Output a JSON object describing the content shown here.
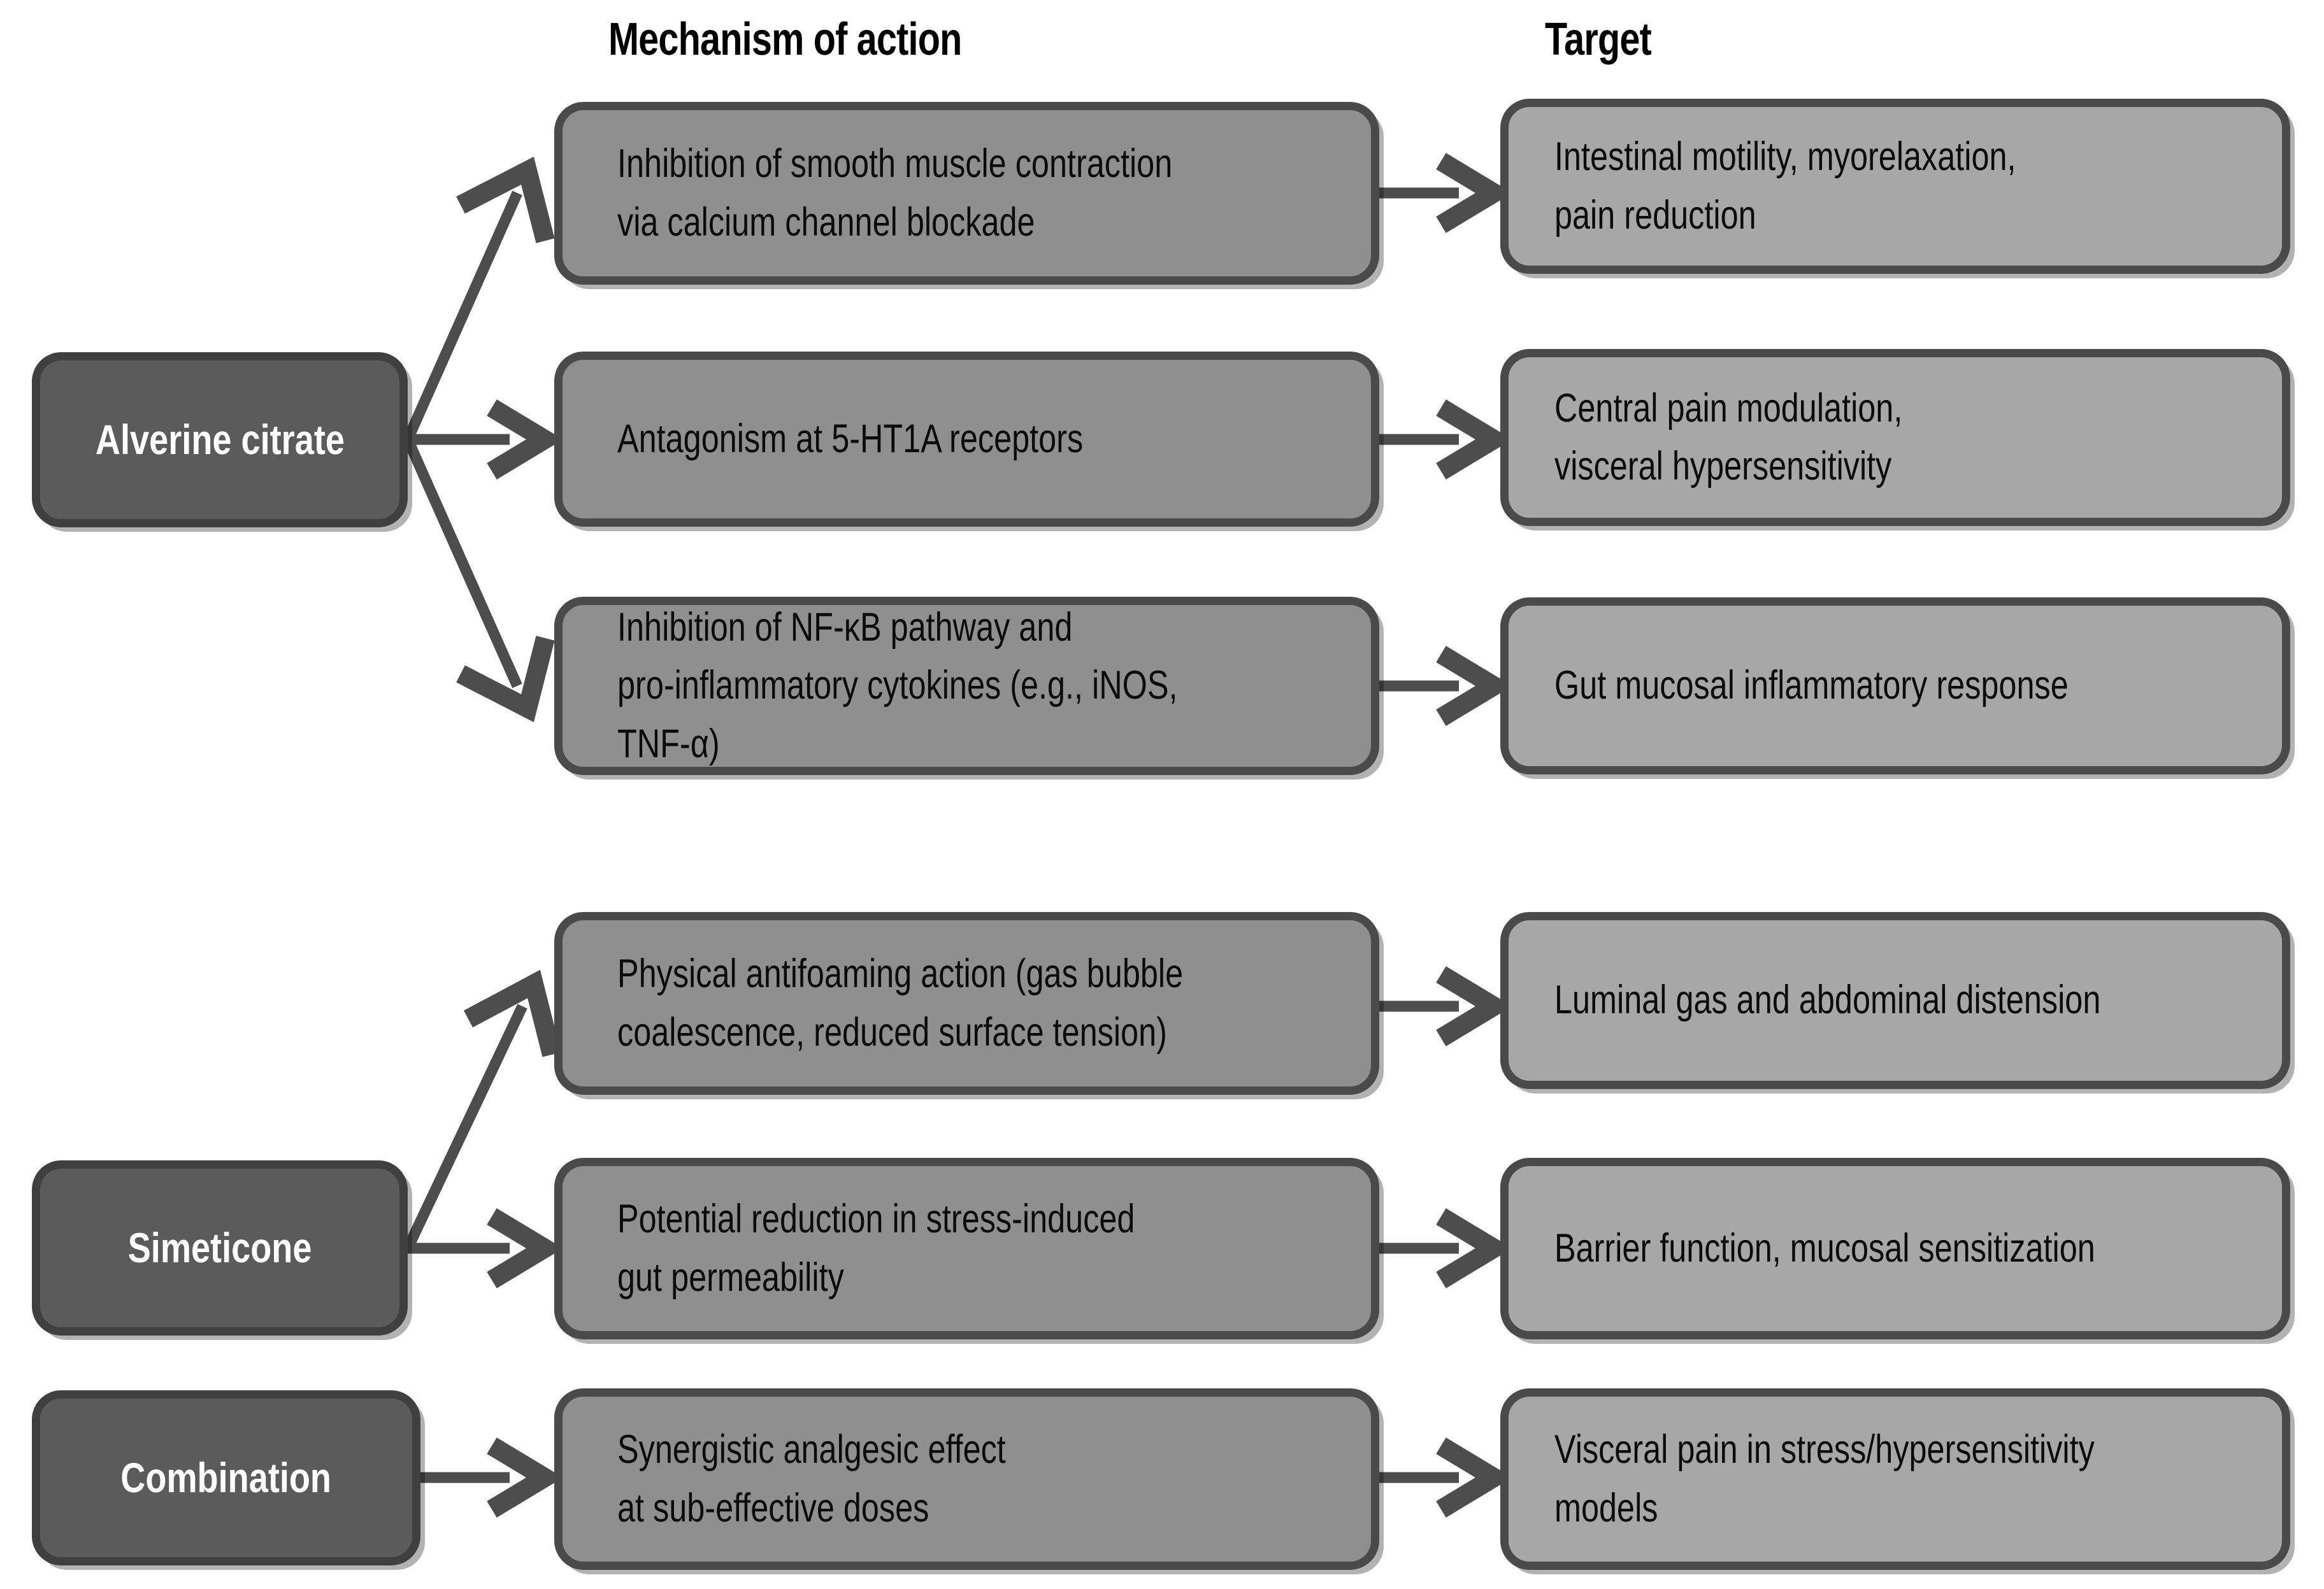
{
  "headers": {
    "mechanism": "Mechanism of action",
    "target": "Target"
  },
  "drugs": [
    {
      "id": "alverine",
      "label": "Alverine citrate"
    },
    {
      "id": "simeticone",
      "label": "Simeticone"
    },
    {
      "id": "combination",
      "label": "Combination"
    }
  ],
  "rows": [
    {
      "drug": "alverine",
      "mechanism": "Inhibition of smooth muscle contraction\nvia calcium channel blockade",
      "target": "Intestinal motility, myorelaxation,\npain reduction"
    },
    {
      "drug": "alverine",
      "mechanism": "Antagonism at 5-HT1A receptors",
      "target": "Central pain modulation,\nvisceral hypersensitivity"
    },
    {
      "drug": "alverine",
      "mechanism": "Inhibition of NF-κB pathway and\npro-inflammatory cytokines (e.g., iNOS, TNF-α)",
      "target": "Gut mucosal inflammatory response"
    },
    {
      "drug": "simeticone",
      "mechanism": "Physical antifoaming action (gas bubble\ncoalescence, reduced surface tension)",
      "target": "Luminal gas and abdominal distension"
    },
    {
      "drug": "simeticone",
      "mechanism": "Potential reduction in stress-induced\ngut permeability",
      "target": "Barrier function, mucosal sensitization"
    },
    {
      "drug": "combination",
      "mechanism": "Synergistic analgesic effect\nat sub-effective doses",
      "target": "Visceral pain in stress/hypersensitivity models"
    }
  ],
  "colors": {
    "drug_fill": "#5b5b5b",
    "drug_border": "#3f3f3f",
    "drug_text": "#ffffff",
    "mechanism_fill": "#8f8f8f",
    "target_fill": "#a7a7a7",
    "box_border": "#4a4a4a",
    "arrow": "#4d4d4d",
    "background": "#ffffff",
    "body_text": "#0a0a0a",
    "header_text": "#000000"
  }
}
